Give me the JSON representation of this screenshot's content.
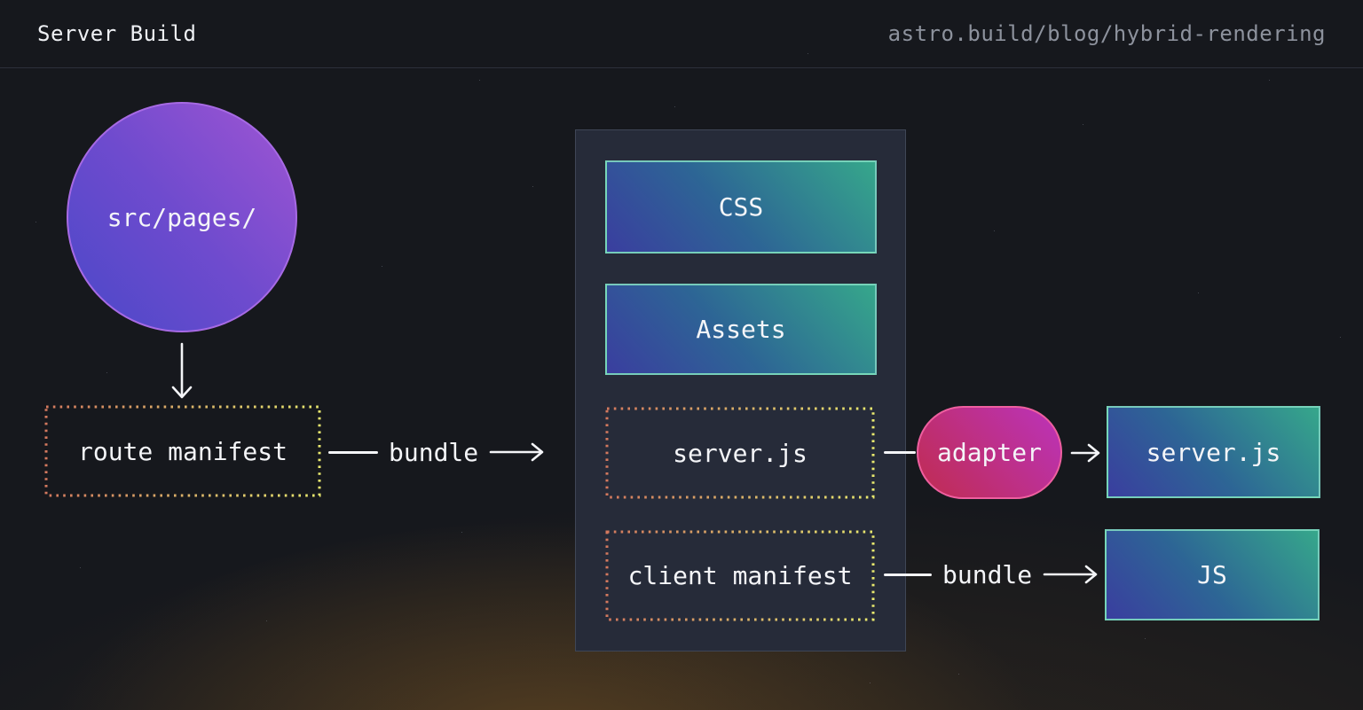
{
  "header": {
    "title": "Server Build",
    "url": "astro.build/blog/hybrid-rendering"
  },
  "nodes": {
    "src_pages": "src/pages/",
    "route_manifest": "route manifest",
    "css": "CSS",
    "assets": "Assets",
    "server_js_bundle": "server.js",
    "client_manifest": "client manifest",
    "adapter": "adapter",
    "server_js_output": "server.js",
    "js_output": "JS"
  },
  "connectors": {
    "bundle_left": "bundle",
    "bundle_right": "bundle"
  },
  "colors": {
    "background": "#16181d",
    "panel_background": "#262b39",
    "circle_gradient_start": "#4a48c8",
    "circle_gradient_end": "#a055d3",
    "green_gradient_start": "#3a3e9f",
    "green_gradient_end": "#36a78b",
    "green_border": "#82e1c1",
    "pill_gradient_start": "#c02c50",
    "pill_gradient_end": "#bb33bb",
    "pill_border": "#ee5f9f",
    "dotted_gradient_start": "#d4795e",
    "dotted_gradient_end": "#e9e96e",
    "header_url_text": "#8d929d",
    "label_text": "#f4f5f8",
    "bottom_glow": "#a06c26"
  }
}
